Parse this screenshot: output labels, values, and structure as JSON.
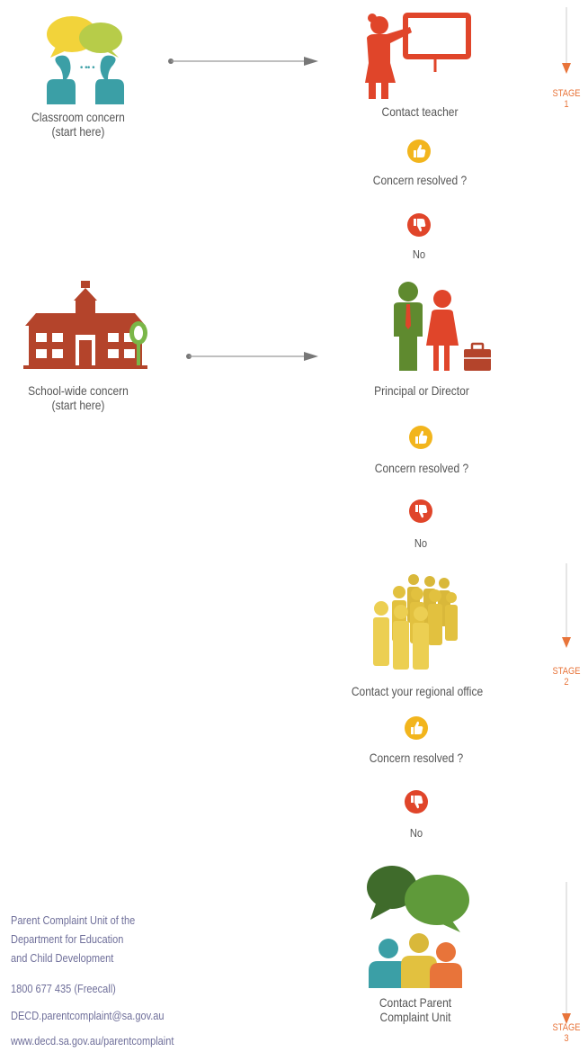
{
  "colors": {
    "orange": "#e8743a",
    "red": "#e0452a",
    "yellow": "#f2b51d",
    "green": "#5f8a2f",
    "teal": "#3b9fa6",
    "brick": "#b4442b",
    "gold": "#e2c13f",
    "arrow": "#777777",
    "info_text": "#6f6f9a"
  },
  "flow": {
    "classroom_label": [
      "Classroom concern",
      "(start here)"
    ],
    "teacher_label": "Contact teacher",
    "school_label": [
      "School-wide concern",
      "(start here)"
    ],
    "principal_label": "Principal or Director",
    "regional_label": "Contact your regional office",
    "parent_unit_label": [
      "Contact Parent",
      "Complaint Unit"
    ]
  },
  "checks": [
    {
      "question": "Concern resolved ?",
      "no_label": "No"
    },
    {
      "question": "Concern resolved ?",
      "no_label": "No"
    },
    {
      "question": "Concern resolved ?",
      "no_label": "No"
    }
  ],
  "stages": [
    {
      "word": "STAGE",
      "number": "1"
    },
    {
      "word": "STAGE",
      "number": "2"
    },
    {
      "word": "STAGE",
      "number": "3"
    }
  ],
  "contact": {
    "org_lines": [
      "Parent Complaint Unit of the",
      "Department for Education",
      "and Child Development"
    ],
    "phone": "1800 677 435 (Freecall)",
    "email": "DECD.parentcomplaint@sa.gov.au",
    "web": "www.decd.sa.gov.au/parentcomplaint"
  },
  "icons": [
    "speech-people-icon",
    "teacher-icon",
    "thumbs-up-icon",
    "thumbs-down-icon",
    "school-building-icon",
    "principal-icon",
    "crowd-icon",
    "parents-icon"
  ]
}
